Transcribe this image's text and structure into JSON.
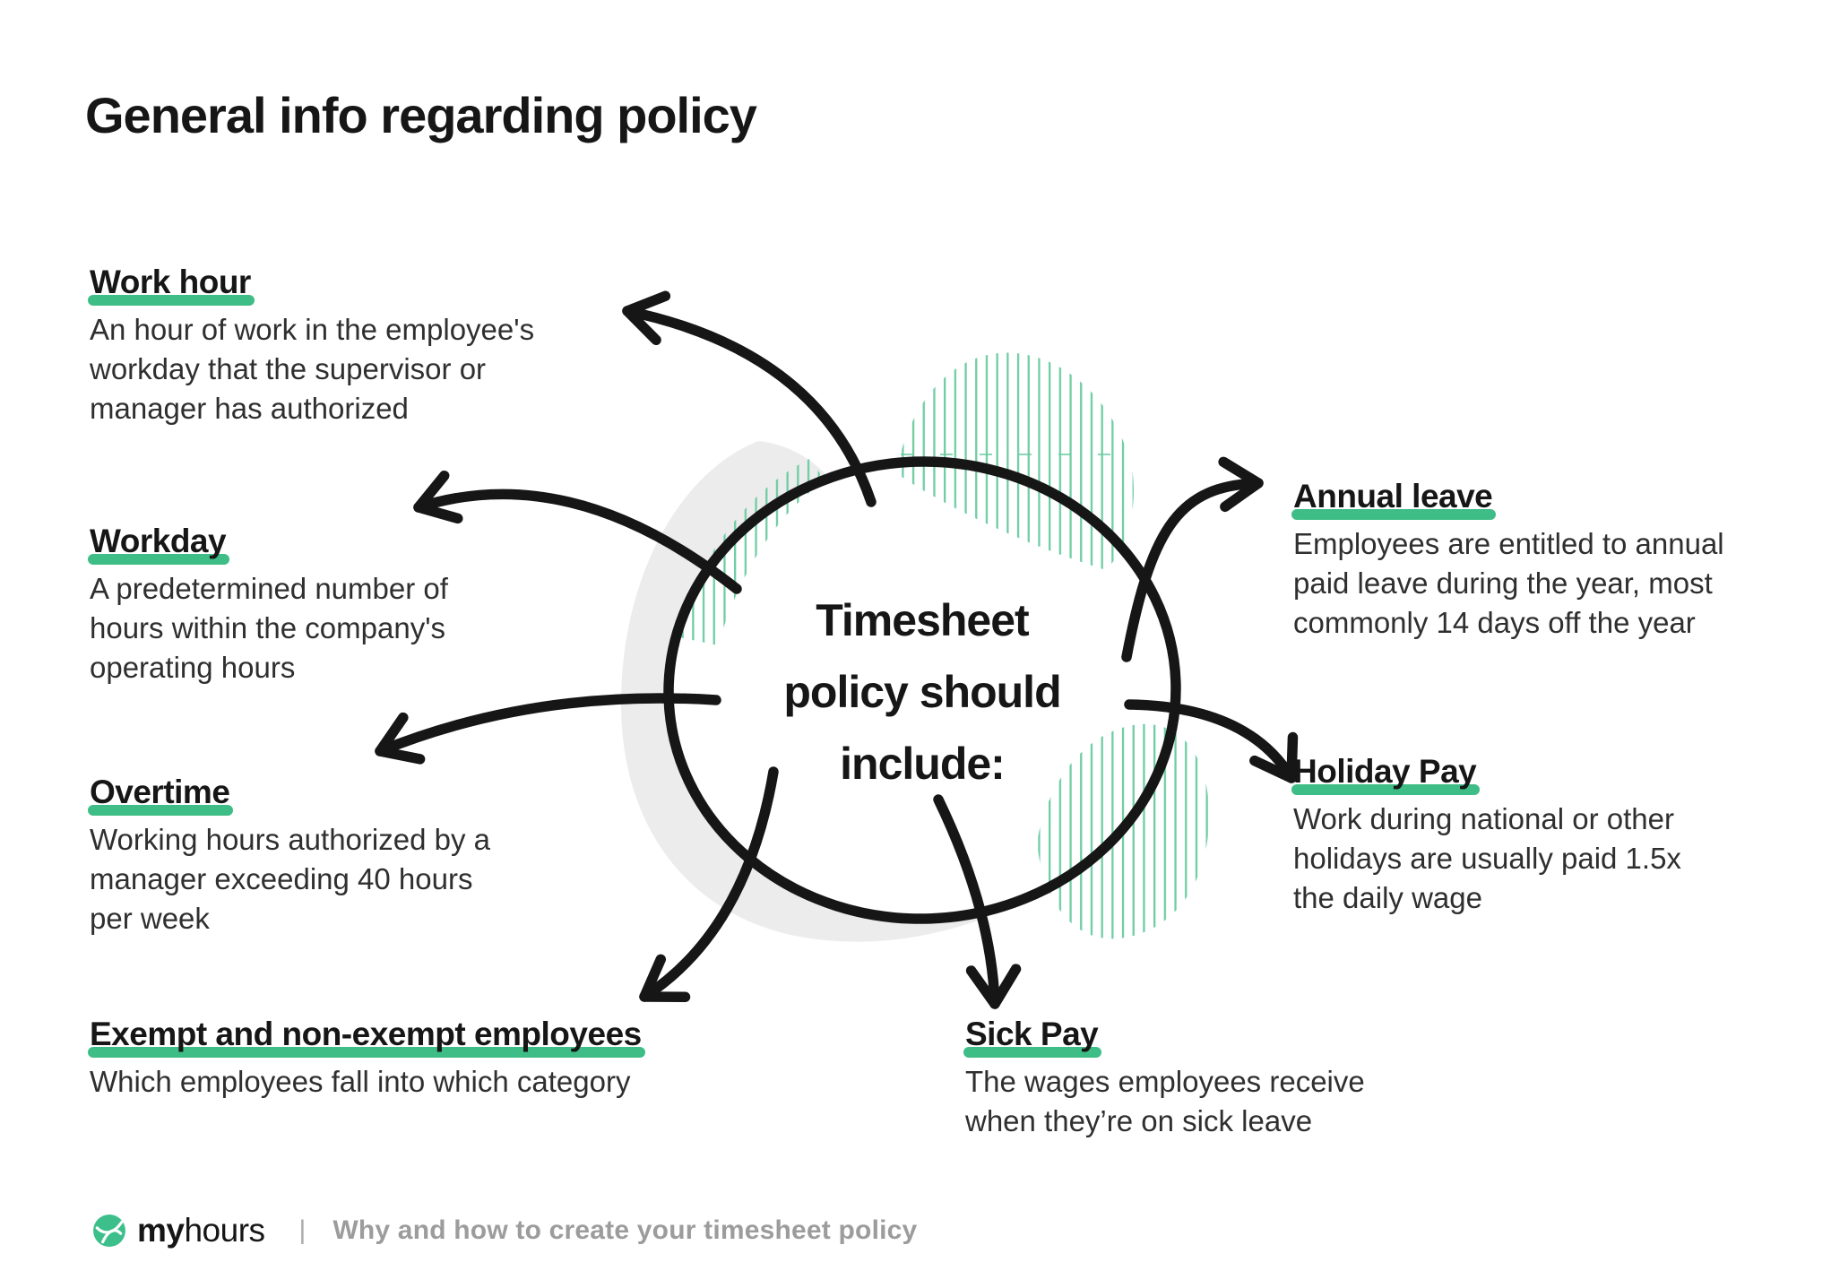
{
  "page": {
    "title": "General info regarding policy"
  },
  "center": {
    "label": "Timesheet\npolicy should\ninclude:"
  },
  "topics": [
    {
      "id": "work-hour",
      "heading": "Work hour",
      "body": "An hour of work in the employee's\nworkday that the supervisor or\nmanager has authorized"
    },
    {
      "id": "workday",
      "heading": "Workday",
      "body": "A predetermined number of\nhours within the company's\noperating hours"
    },
    {
      "id": "overtime",
      "heading": "Overtime",
      "body": "Working hours authorized by a\nmanager exceeding 40 hours\nper week"
    },
    {
      "id": "exempt",
      "heading": "Exempt and non-exempt employees",
      "body": "Which employees fall into which category"
    },
    {
      "id": "annual-leave",
      "heading": "Annual leave",
      "body": "Employees are entitled to annual\npaid leave during the year, most\ncommonly 14 days off the year"
    },
    {
      "id": "holiday-pay",
      "heading": "Holiday Pay",
      "body": "Work during national or other\nholidays are usually paid 1.5x\nthe daily wage"
    },
    {
      "id": "sick-pay",
      "heading": "Sick Pay",
      "body": "The wages employees receive\nwhen they’re on sick leave"
    }
  ],
  "footer": {
    "brand_bold": "my",
    "brand_light": "hours",
    "divider": "|",
    "tagline": "Why and how to create your timesheet policy"
  },
  "colors": {
    "highlight": "#3fbd87",
    "stripe": "#6fcda4",
    "blob_gray": "#ececec",
    "ink": "#161616",
    "body_text": "#2f2f2f",
    "tagline_gray": "#9c9c9c",
    "logo_green": "#3dbf8c"
  }
}
